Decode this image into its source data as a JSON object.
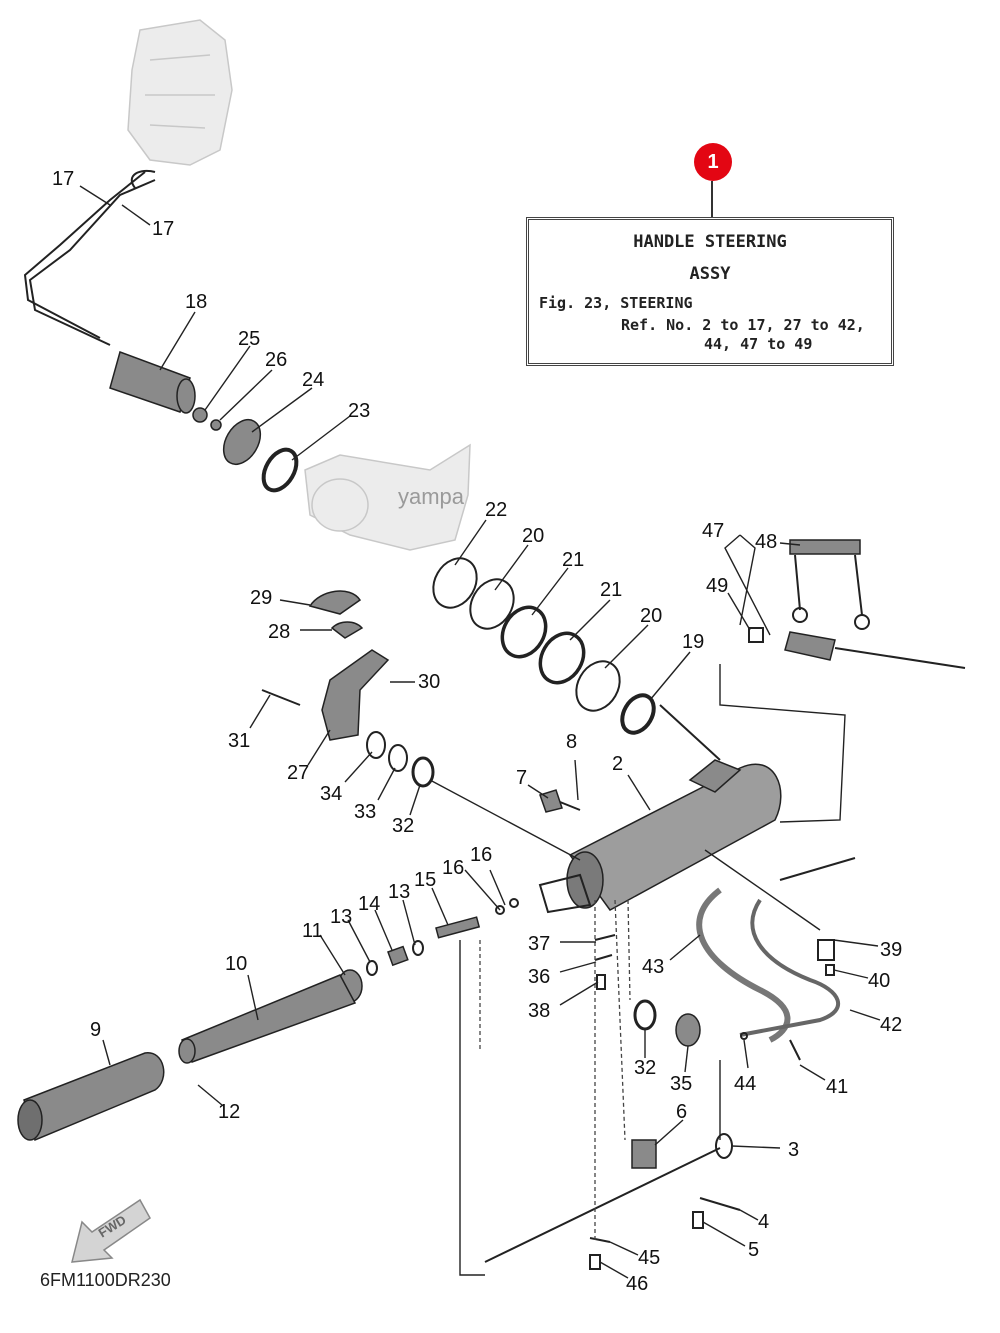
{
  "badge": {
    "label": "1",
    "color": "#e30613"
  },
  "info_box": {
    "title_line1": "HANDLE STEERING",
    "title_line2": "ASSY",
    "line1": "Fig. 23, STEERING",
    "line2": "Ref. No. 2 to 17, 27 to 42,",
    "line3": "44, 47 to 49"
  },
  "watermark": "yampa",
  "fwd_arrow": {
    "label": "FWD"
  },
  "drawing_code": "6FM1100DR230",
  "callouts": [
    {
      "id": "17a",
      "label": "17"
    },
    {
      "id": "17b",
      "label": "17"
    },
    {
      "id": "18",
      "label": "18"
    },
    {
      "id": "25",
      "label": "25"
    },
    {
      "id": "26",
      "label": "26"
    },
    {
      "id": "24",
      "label": "24"
    },
    {
      "id": "23",
      "label": "23"
    },
    {
      "id": "22",
      "label": "22"
    },
    {
      "id": "20a",
      "label": "20"
    },
    {
      "id": "21a",
      "label": "21"
    },
    {
      "id": "21b",
      "label": "21"
    },
    {
      "id": "20b",
      "label": "20"
    },
    {
      "id": "19",
      "label": "19"
    },
    {
      "id": "29",
      "label": "29"
    },
    {
      "id": "28",
      "label": "28"
    },
    {
      "id": "30",
      "label": "30"
    },
    {
      "id": "31",
      "label": "31"
    },
    {
      "id": "27",
      "label": "27"
    },
    {
      "id": "34",
      "label": "34"
    },
    {
      "id": "33",
      "label": "33"
    },
    {
      "id": "32a",
      "label": "32"
    },
    {
      "id": "7",
      "label": "7"
    },
    {
      "id": "8",
      "label": "8"
    },
    {
      "id": "2",
      "label": "2"
    },
    {
      "id": "47",
      "label": "47"
    },
    {
      "id": "48",
      "label": "48"
    },
    {
      "id": "49",
      "label": "49"
    },
    {
      "id": "16a",
      "label": "16"
    },
    {
      "id": "16b",
      "label": "16"
    },
    {
      "id": "15",
      "label": "15"
    },
    {
      "id": "13a",
      "label": "13"
    },
    {
      "id": "14",
      "label": "14"
    },
    {
      "id": "13b",
      "label": "13"
    },
    {
      "id": "11",
      "label": "11"
    },
    {
      "id": "10",
      "label": "10"
    },
    {
      "id": "9",
      "label": "9"
    },
    {
      "id": "12",
      "label": "12"
    },
    {
      "id": "37",
      "label": "37"
    },
    {
      "id": "36",
      "label": "36"
    },
    {
      "id": "38",
      "label": "38"
    },
    {
      "id": "43",
      "label": "43"
    },
    {
      "id": "39",
      "label": "39"
    },
    {
      "id": "40",
      "label": "40"
    },
    {
      "id": "42",
      "label": "42"
    },
    {
      "id": "32b",
      "label": "32"
    },
    {
      "id": "35",
      "label": "35"
    },
    {
      "id": "44",
      "label": "44"
    },
    {
      "id": "41",
      "label": "41"
    },
    {
      "id": "6",
      "label": "6"
    },
    {
      "id": "3",
      "label": "3"
    },
    {
      "id": "4",
      "label": "4"
    },
    {
      "id": "5",
      "label": "5"
    },
    {
      "id": "45",
      "label": "45"
    },
    {
      "id": "46",
      "label": "46"
    }
  ]
}
